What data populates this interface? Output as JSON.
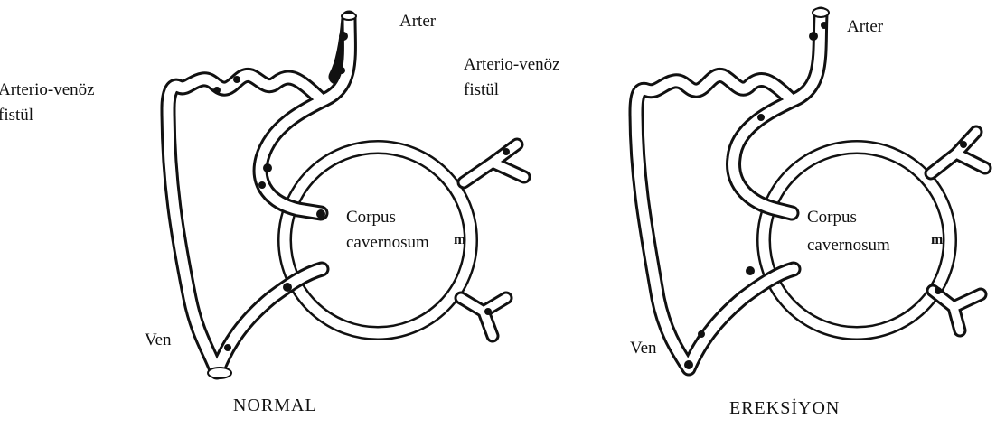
{
  "panels": [
    {
      "caption": "NORMAL",
      "labels": {
        "artery": "Arter",
        "av_fistula_left": "Arterio-venöz\nfistül",
        "av_fistula_right_line1": "Arterio-venöz",
        "av_fistula_right_line2": "fistül",
        "corpus_line1": "Corpus",
        "corpus_line2": "cavernosum",
        "vein": "Ven",
        "marker": "m"
      }
    },
    {
      "caption": "EREKSİYON",
      "labels": {
        "artery": "Arter",
        "corpus_line1": "Corpus",
        "corpus_line2": "cavernosum",
        "vein": "Ven",
        "marker": "m"
      }
    }
  ],
  "colors": {
    "ink": "#111111",
    "background": "#ffffff"
  }
}
